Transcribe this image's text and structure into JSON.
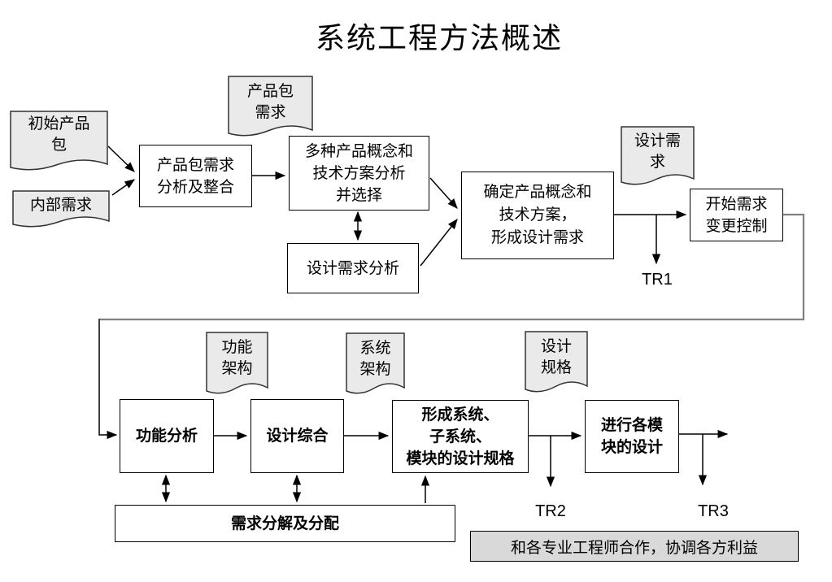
{
  "title": "系统工程方法概述",
  "colors": {
    "document_fill": "#eaeaea",
    "note_fill": "#d9d9d9",
    "line": "#000000",
    "loop_connector": "#808080"
  },
  "stage1": {
    "doc_initial_package": "初始产品\n包",
    "doc_internal_req": "内部需求",
    "doc_package_req": "产品包\n需求",
    "box_package_req_analysis": "产品包需求\n分析及整合",
    "box_concept_selection": "多种产品概念和\n技术方案分析\n并选择",
    "box_design_req_analysis": "设计需求分析",
    "box_determine_concept": "确定产品概念和\n技术方案，\n形成设计需求",
    "doc_design_req": "设计需\n求",
    "box_change_control": "开始需求\n变更控制",
    "tr1": "TR1"
  },
  "stage2": {
    "doc_func_arch": "功能\n架构",
    "doc_sys_arch": "系统\n架构",
    "doc_design_spec": "设计\n规格",
    "box_func_analysis": "功能分析",
    "box_design_synthesis": "设计综合",
    "box_form_spec": "形成系统、\n子系统、\n模块的设计规格",
    "box_module_design": "进行各模\n块的设计",
    "box_req_decomposition": "需求分解及分配",
    "tr2": "TR2",
    "tr3": "TR3",
    "note_collaboration": "和各专业工程师合作，协调各方利益"
  }
}
